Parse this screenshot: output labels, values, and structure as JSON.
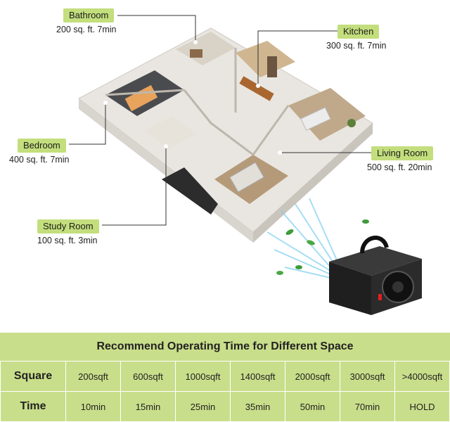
{
  "rooms": {
    "bathroom": {
      "name": "Bathroom",
      "detail": "200 sq. ft. 7min"
    },
    "kitchen": {
      "name": "Kitchen",
      "detail": "300 sq. ft. 7min"
    },
    "bedroom": {
      "name": "Bedroom",
      "detail": "400 sq. ft. 7min"
    },
    "living_room": {
      "name": "Living Room",
      "detail": "500 sq. ft. 20min"
    },
    "study_room": {
      "name": "Study Room",
      "detail": "100 sq. ft. 3min"
    }
  },
  "table": {
    "title": "Recommend Operating Time for Different Space",
    "square_label": "Square",
    "time_label": "Time",
    "squares": [
      "200sqft",
      "600sqft",
      "1000sqft",
      "1400sqft",
      "2000sqft",
      "3000sqft",
      ">4000sqft"
    ],
    "times": [
      "10min",
      "15min",
      "25min",
      "35min",
      "50min",
      "70min",
      "HOLD"
    ]
  },
  "colors": {
    "accent": "#c3de7c",
    "table_bg": "#c9de8a"
  }
}
